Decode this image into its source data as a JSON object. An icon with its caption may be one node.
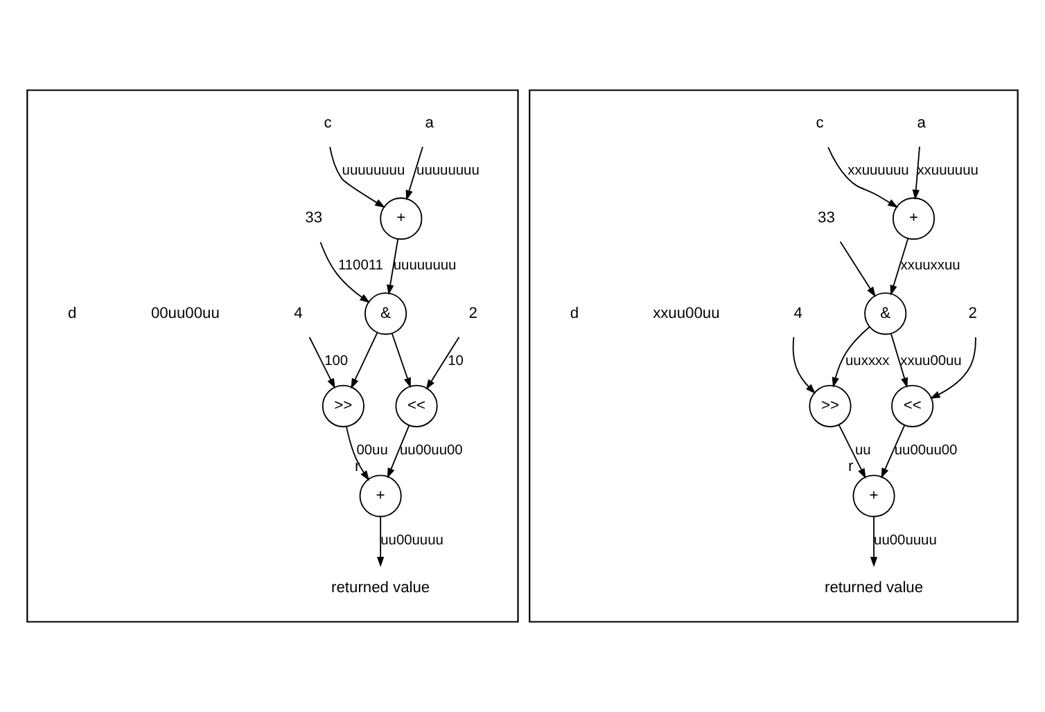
{
  "diagram": {
    "nodes": [
      {
        "text": [],
        "shape": "box"
      },
      {
        "text": [
          "a"
        ],
        "in": 0
      },
      {
        "text": [
          "c"
        ],
        "in": 0
      },
      {
        "text": [
          "+"
        ],
        "in": 0
      },
      {
        "text": [
          "33"
        ],
        "in": 0
      },
      {
        "text": [
          "&"
        ],
        "in": 0
      },
      {
        "text": [
          "2"
        ],
        "in": 0
      },
      {
        "text": [
          "<<"
        ],
        "in": 0
      },
      {
        "text": [
          ">>"
        ],
        "in": 0
      },
      {
        "text": [
          "4"
        ],
        "in": 0
      },
      {
        "text": [
          "+"
        ],
        "in": 0,
        "beside": [
          "r"
        ]
      },
      {
        "text": [
          "returned value"
        ],
        "in": 0
      },
      {
        "text": [],
        "shape": "box"
      },
      {
        "text": [
          "a"
        ],
        "in": 12
      },
      {
        "text": [
          "c"
        ],
        "in": 12
      },
      {
        "text": [
          "+"
        ],
        "in": 12
      },
      {
        "text": [
          "33"
        ],
        "in": 12
      },
      {
        "text": [
          "&"
        ],
        "in": 12
      },
      {
        "text": [
          "2"
        ],
        "in": 12
      },
      {
        "text": [
          "<<"
        ],
        "in": 12
      },
      {
        "text": [
          ">>"
        ],
        "in": 12
      },
      {
        "text": [
          "4"
        ],
        "in": 12
      },
      {
        "text": [
          "+"
        ],
        "in": 12,
        "beside": [
          "r"
        ]
      },
      {
        "text": [
          "returned value"
        ],
        "in": 12
      }
    ],
    "edges": [
      {
        "from": 1,
        "to": 3,
        "arrow": "to",
        "label": "uuuuuuuu"
      },
      {
        "from": 2,
        "to": 3,
        "arrow": "to",
        "label": "uuuuuuuu"
      },
      {
        "from": 3,
        "to": 5,
        "arrow": "to",
        "label": "uuuuuuuu"
      },
      {
        "from": 4,
        "to": 5,
        "arrow": "to",
        "label": "110011"
      },
      {
        "from": 5,
        "to": 7,
        "arrow": "to"
      },
      {
        "from": 5,
        "to": 8,
        "arrow": "to"
      },
      {
        "from": 6,
        "to": 7,
        "arrow": "to",
        "label": "10"
      },
      {
        "from": 9,
        "to": 8,
        "arrow": "to",
        "label": "100"
      },
      {
        "from": 7,
        "to": 10,
        "arrow": "to",
        "label": "uu00uu00"
      },
      {
        "from": 8,
        "to": 10,
        "arrow": "to",
        "label": "00uu"
      },
      {
        "from": 10,
        "to": 11,
        "arrow": "to",
        "label": "uu00uuuu"
      },
      {
        "from": 13,
        "to": 15,
        "arrow": "to",
        "label": "xxuuuuuu"
      },
      {
        "from": 14,
        "to": 15,
        "arrow": "to",
        "label": "xxuuuuuu"
      },
      {
        "from": 15,
        "to": 17,
        "arrow": "to",
        "label": "xxuuxxuu"
      },
      {
        "from": 16,
        "to": 17,
        "arrow": "to"
      },
      {
        "from": 17,
        "to": 19,
        "arrow": "to",
        "label": "xxuu00uu"
      },
      {
        "from": 17,
        "to": 20,
        "arrow": "to",
        "label": "uuxxxx"
      },
      {
        "from": 18,
        "to": 19,
        "arrow": "to"
      },
      {
        "from": 21,
        "to": 20,
        "arrow": "to"
      },
      {
        "from": 19,
        "to": 22,
        "arrow": "to",
        "label": "uu00uu00"
      },
      {
        "from": 20,
        "to": 22,
        "arrow": "to",
        "label": "uu"
      },
      {
        "from": 22,
        "to": 23,
        "arrow": "to",
        "label": "uu00uuuu"
      }
    ],
    "labels": [
      "00uu00uu",
      "d",
      "xxuu00uu",
      "d"
    ]
  }
}
